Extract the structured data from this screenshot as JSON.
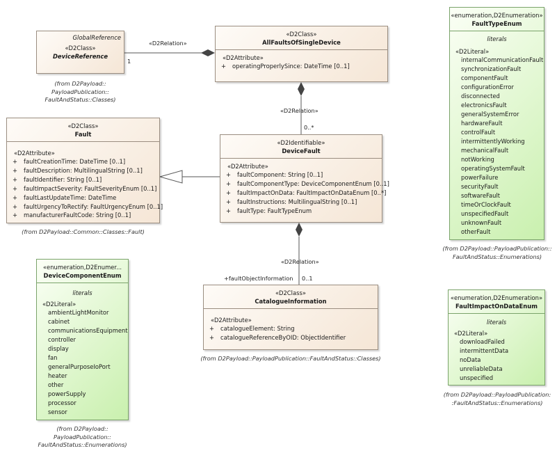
{
  "classes": {
    "device_reference": {
      "top_stereotype": "GlobalReference",
      "stereotype": "«D2Class»",
      "name": "DeviceReference",
      "from": [
        "(from D2Payload::",
        "PayloadPublication::",
        "FaultAndStatus::Classes)"
      ]
    },
    "all_faults": {
      "stereotype": "«D2Class»",
      "name": "AllFaultsOfSingleDevice",
      "section_label": "«D2Attribute»",
      "attributes": [
        {
          "vis": "+",
          "text": "operatingProperlySince: DateTime [0..1]"
        }
      ]
    },
    "fault": {
      "stereotype": "«D2Class»",
      "name": "Fault",
      "section_label": "«D2Attribute»",
      "attributes": [
        {
          "vis": "+",
          "text": "faultCreationTime: DateTime [0..1]"
        },
        {
          "vis": "+",
          "text": "faultDescription: MultilingualString [0..1]"
        },
        {
          "vis": "+",
          "text": "faultIdentifier: String [0..1]"
        },
        {
          "vis": "+",
          "text": "faultImpactSeverity: FaultSeverityEnum [0..1]"
        },
        {
          "vis": "+",
          "text": "faultLastUpdateTime: DateTime"
        },
        {
          "vis": "+",
          "text": "faultUrgencyToRectify: FaultUrgencyEnum [0..1]"
        },
        {
          "vis": "+",
          "text": "manufacturerFaultCode: String [0..1]"
        }
      ],
      "from": "(from D2Payload::Common::Classes::Fault)"
    },
    "device_fault": {
      "stereotype": "«D2Identifiable»",
      "name": "DeviceFault",
      "section_label": "«D2Attribute»",
      "attributes": [
        {
          "vis": "+",
          "text": "faultComponent: String [0..1]"
        },
        {
          "vis": "+",
          "text": "faultComponentType: DeviceComponentEnum [0..1]"
        },
        {
          "vis": "+",
          "text": "faultImpactOnData: FaultImpactOnDataEnum [0..*]"
        },
        {
          "vis": "+",
          "text": "faultInstructions: MultilingualString [0..1]"
        },
        {
          "vis": "+",
          "text": "faultType: FaultTypeEnum"
        }
      ]
    },
    "catalogue_info": {
      "stereotype": "«D2Class»",
      "name": "CatalogueInformation",
      "section_label": "«D2Attribute»",
      "attributes": [
        {
          "vis": "+",
          "text": "catalogueElement: String"
        },
        {
          "vis": "+",
          "text": "catalogueReferenceByOID: ObjectIdentifier"
        }
      ],
      "from": "(from D2Payload::PayloadPublication::FaultAndStatus::Classes)"
    }
  },
  "enums": {
    "fault_type": {
      "stereotype": "«enumeration,D2Enumeration»",
      "name": "FaultTypeEnum",
      "literals_label": "literals",
      "section_label": "«D2Literal»",
      "literals": [
        "internalCommunicationFault",
        "synchronizationFault",
        "componentFault",
        "configurationError",
        "disconnected",
        "electronicsFault",
        "generalSystemError",
        "hardwareFault",
        "controlFault",
        "intermittentlyWorking",
        "mechanicalFault",
        "notWorking",
        "operatingSystemFault",
        "powerFailure",
        "securityFault",
        "softwareFault",
        "timeOrClockFault",
        "unspecifiedFault",
        "unknownFault",
        "otherFault"
      ],
      "from": [
        "(from D2Payload::PayloadPublication::",
        "FaultAndStatus::Enumerations)"
      ]
    },
    "device_component": {
      "stereotype": "«enumeration,D2Enumer...",
      "name": "DeviceComponentEnum",
      "literals_label": "literals",
      "section_label": "«D2Literal»",
      "literals": [
        "ambientLightMonitor",
        "cabinet",
        "communicationsEquipment",
        "controller",
        "display",
        "fan",
        "generalPurposeIoPort",
        "heater",
        "other",
        "powerSupply",
        "processor",
        "sensor"
      ],
      "from": [
        "(from D2Payload::",
        "PayloadPublication::",
        "FaultAndStatus::Enumerations)"
      ]
    },
    "fault_impact": {
      "stereotype": "«enumeration,D2Enumeration»",
      "name": "FaultImpactOnDataEnum",
      "literals_label": "literals",
      "section_label": "«D2Literal»",
      "literals": [
        "downloadFailed",
        "intermittentData",
        "noData",
        "unreliableData",
        "unspecified"
      ],
      "from": [
        "(from D2Payload::PayloadPublication:",
        ":FaultAndStatus::Enumerations)"
      ]
    }
  },
  "links": {
    "ref_relation": "«D2Relation»",
    "ref_multiplicity": "1",
    "device_relation": "«D2Relation»",
    "device_multiplicity": "0..*",
    "catalogue_relation": "«D2Relation»",
    "catalogue_role": "+faultObjectInformation",
    "catalogue_multiplicity": "0..1"
  },
  "colors": {
    "class_fill": "#f5e6d6",
    "class_border": "#9a8d80",
    "enum_fill": "#c9f0ae",
    "enum_border": "#7aa36a",
    "line": "#555555"
  }
}
